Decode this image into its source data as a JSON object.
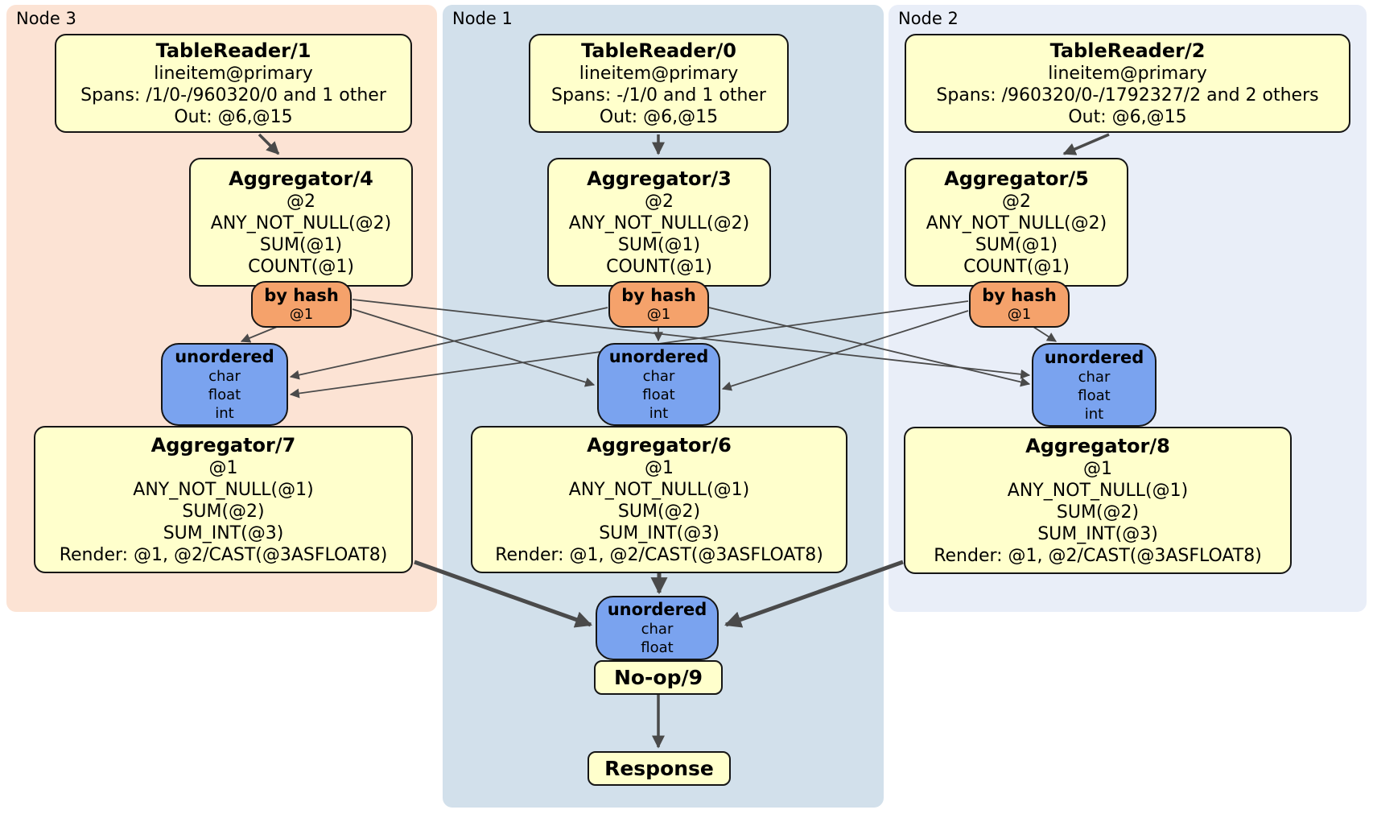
{
  "panels": {
    "node3": {
      "label": "Node 3"
    },
    "node1": {
      "label": "Node 1"
    },
    "node2": {
      "label": "Node 2"
    }
  },
  "boxes": {
    "tr1": {
      "title": "TableReader/1",
      "lines": [
        "lineitem@primary",
        "Spans: /1/0-/960320/0 and 1 other",
        "Out: @6,@15"
      ]
    },
    "tr0": {
      "title": "TableReader/0",
      "lines": [
        "lineitem@primary",
        "Spans: -/1/0 and 1 other",
        "Out: @6,@15"
      ]
    },
    "tr2": {
      "title": "TableReader/2",
      "lines": [
        "lineitem@primary",
        "Spans: /960320/0-/1792327/2 and 2 others",
        "Out: @6,@15"
      ]
    },
    "agg4": {
      "title": "Aggregator/4",
      "lines": [
        "@2",
        "ANY_NOT_NULL(@2)",
        "SUM(@1)",
        "COUNT(@1)"
      ]
    },
    "agg3": {
      "title": "Aggregator/3",
      "lines": [
        "@2",
        "ANY_NOT_NULL(@2)",
        "SUM(@1)",
        "COUNT(@1)"
      ]
    },
    "agg5": {
      "title": "Aggregator/5",
      "lines": [
        "@2",
        "ANY_NOT_NULL(@2)",
        "SUM(@1)",
        "COUNT(@1)"
      ]
    },
    "agg7": {
      "title": "Aggregator/7",
      "lines": [
        "@1",
        "ANY_NOT_NULL(@1)",
        "SUM(@2)",
        "SUM_INT(@3)",
        "Render: @1, @2/CAST(@3ASFLOAT8)"
      ]
    },
    "agg6": {
      "title": "Aggregator/6",
      "lines": [
        "@1",
        "ANY_NOT_NULL(@1)",
        "SUM(@2)",
        "SUM_INT(@3)",
        "Render: @1, @2/CAST(@3ASFLOAT8)"
      ]
    },
    "agg8": {
      "title": "Aggregator/8",
      "lines": [
        "@1",
        "ANY_NOT_NULL(@1)",
        "SUM(@2)",
        "SUM_INT(@3)",
        "Render: @1, @2/CAST(@3ASFLOAT8)"
      ]
    },
    "noop": {
      "title": "No-op/9"
    },
    "response": {
      "title": "Response"
    }
  },
  "routers": {
    "hash3": {
      "title": "by hash",
      "key": "@1"
    },
    "hash1": {
      "title": "by hash",
      "key": "@1"
    },
    "hash2": {
      "title": "by hash",
      "key": "@1"
    }
  },
  "streams": {
    "recv3": {
      "title": "unordered",
      "columns": [
        "char",
        "float",
        "int"
      ]
    },
    "recv1": {
      "title": "unordered",
      "columns": [
        "char",
        "float",
        "int"
      ]
    },
    "recv2": {
      "title": "unordered",
      "columns": [
        "char",
        "float",
        "int"
      ]
    },
    "final": {
      "title": "unordered",
      "columns": [
        "char",
        "float"
      ]
    }
  },
  "edges": [
    {
      "from": "TableReader/1",
      "to": "Aggregator/4"
    },
    {
      "from": "TableReader/0",
      "to": "Aggregator/3"
    },
    {
      "from": "TableReader/2",
      "to": "Aggregator/5"
    },
    {
      "from": "by hash @1 (Node 3)",
      "to": "unordered (Node 3)"
    },
    {
      "from": "by hash @1 (Node 3)",
      "to": "unordered (Node 1)"
    },
    {
      "from": "by hash @1 (Node 3)",
      "to": "unordered (Node 2)"
    },
    {
      "from": "by hash @1 (Node 1)",
      "to": "unordered (Node 3)"
    },
    {
      "from": "by hash @1 (Node 1)",
      "to": "unordered (Node 1)"
    },
    {
      "from": "by hash @1 (Node 1)",
      "to": "unordered (Node 2)"
    },
    {
      "from": "by hash @1 (Node 2)",
      "to": "unordered (Node 3)"
    },
    {
      "from": "by hash @1 (Node 2)",
      "to": "unordered (Node 1)"
    },
    {
      "from": "by hash @1 (Node 2)",
      "to": "unordered (Node 2)"
    },
    {
      "from": "Aggregator/7",
      "to": "unordered final (Node 1)"
    },
    {
      "from": "Aggregator/6",
      "to": "unordered final (Node 1)"
    },
    {
      "from": "Aggregator/8",
      "to": "unordered final (Node 1)"
    },
    {
      "from": "No-op/9",
      "to": "Response"
    }
  ],
  "colors": {
    "node3-bg": "#fce3d4",
    "node1-bg": "#d2e0eb",
    "node2-bg": "#e9eef8",
    "box-bg": "#ffffcc",
    "router-bg": "#f5a26b",
    "stream-bg": "#7aa3ef",
    "edge-color": "#4a4a4a"
  }
}
